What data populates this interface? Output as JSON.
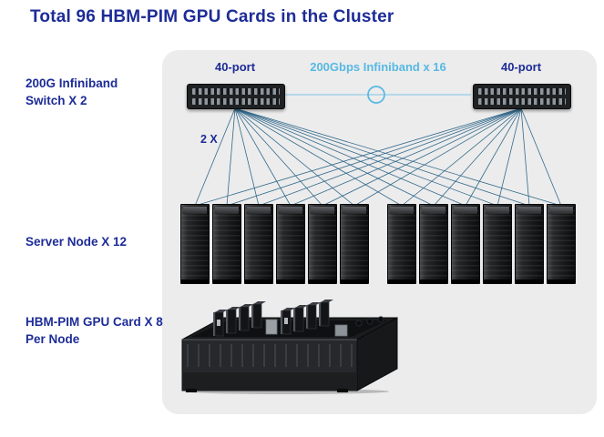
{
  "title": "Total 96 HBM-PIM GPU Cards in the Cluster",
  "colors": {
    "title_navy": "#1d2c97",
    "infiniband_blue": "#56b9e4",
    "connection_line": "#2a6387",
    "panel_background": "#ececec"
  },
  "side_labels": {
    "switch": {
      "line1": "200G Infiniband",
      "line2": "Switch X 2"
    },
    "server": {
      "line1": "Server Node X 12"
    },
    "gpu": {
      "line1": "HBM-PIM GPU Card X 8",
      "line2": "Per Node"
    }
  },
  "diagram": {
    "left_switch_port_label": "40-port",
    "right_switch_port_label": "40-port",
    "interconnect_label": "200Gbps Infiniband x 16",
    "link_multiplier_label": "2 X",
    "switch_count": 2,
    "server_node_count": 12,
    "gpu_cards_per_node": 8,
    "total_gpu_cards": 96
  }
}
